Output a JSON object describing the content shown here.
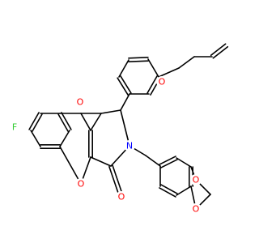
{
  "diagram": {
    "kind": "chemical-structure",
    "bond_color": "#000000",
    "element_colors": {
      "O": "#ff0000",
      "N": "#0000ff",
      "F": "#33cc33"
    }
  },
  "atoms": [
    {
      "id": "O_ketone",
      "label": "O",
      "element": "O"
    },
    {
      "id": "F",
      "label": "F",
      "element": "F"
    },
    {
      "id": "O_ring",
      "label": "O",
      "element": "O"
    },
    {
      "id": "O_lactam",
      "label": "O",
      "element": "O"
    },
    {
      "id": "N",
      "label": "N",
      "element": "N"
    },
    {
      "id": "O_ether",
      "label": "O",
      "element": "O"
    },
    {
      "id": "O_diox1",
      "label": "O",
      "element": "O"
    },
    {
      "id": "O_diox2",
      "label": "O",
      "element": "O"
    }
  ]
}
